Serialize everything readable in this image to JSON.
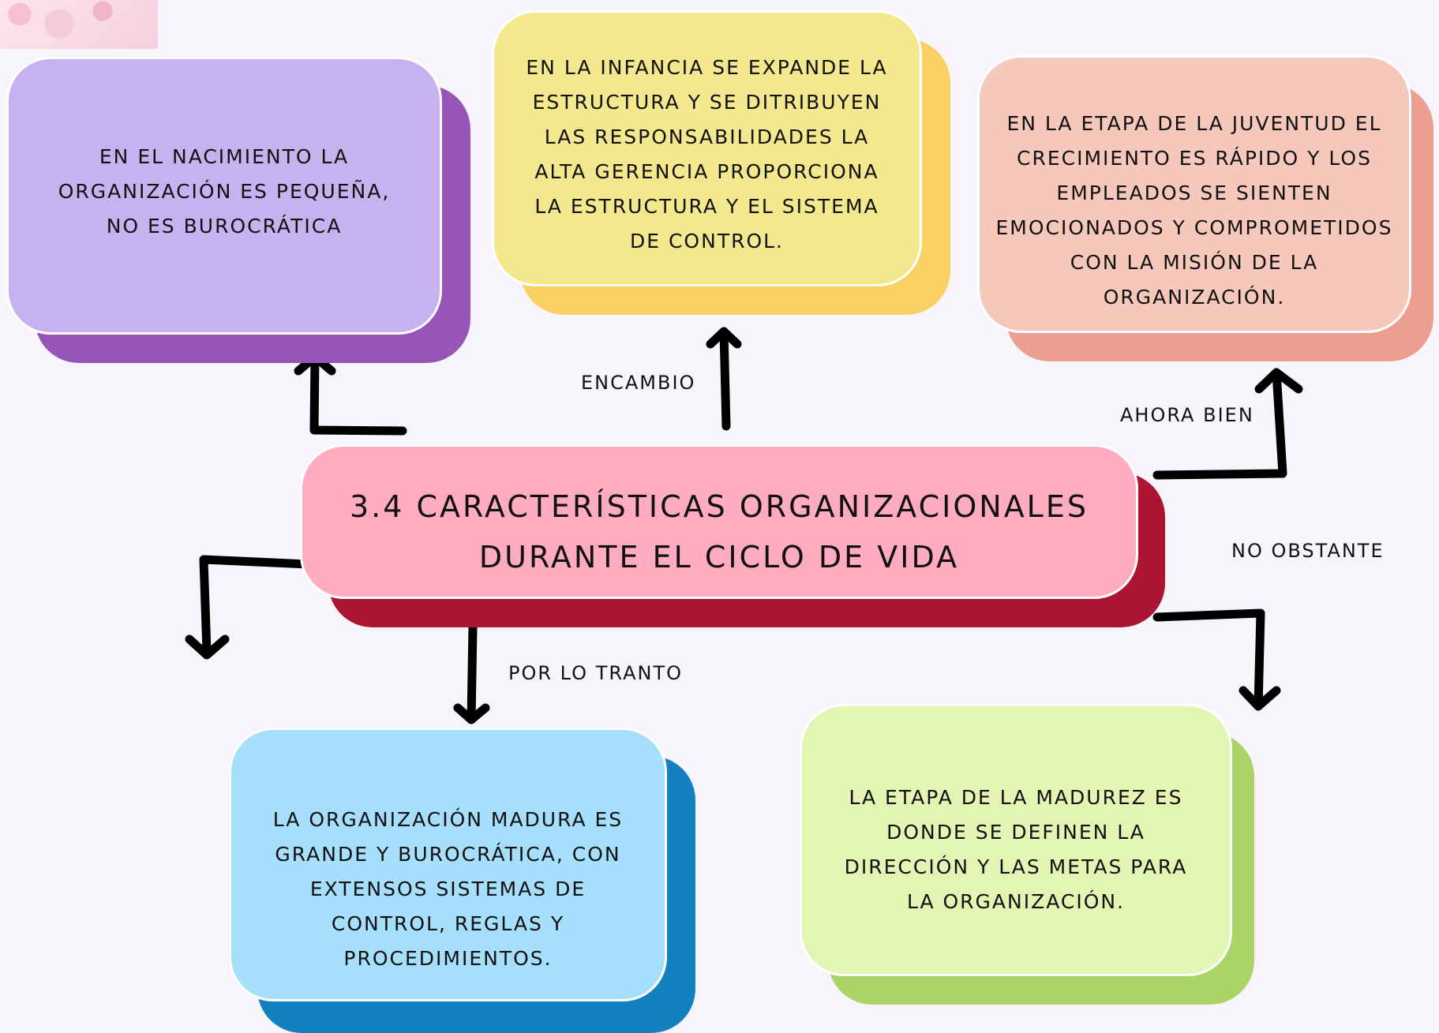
{
  "center": {
    "title_line1": "3.4 CARACTERÍSTICAS ORGANIZACIONALES",
    "title_line2": "DURANTE EL CICLO DE VIDA",
    "color": "#ffabc0",
    "shadow": "#ab1432"
  },
  "boxes": {
    "birth": {
      "text": "EN EL NACIMIENTO LA ORGANIZACIÓN ES PEQUEÑA, NO ES BUROCRÁTICA",
      "color": "#c5b2ee",
      "shadow": "#9556b8"
    },
    "childhood": {
      "text": "EN LA INFANCIA SE EXPANDE LA ESTRUCTURA Y SE DITRIBUYEN LAS RESPONSABILIDADES LA ALTA GERENCIA PROPORCIONA LA ESTRUCTURA Y EL SISTEMA DE CONTROL.",
      "color": "#f3e88e",
      "shadow": "#f9d163"
    },
    "youth": {
      "text": "EN LA ETAPA DE LA JUVENTUD EL CRECIMIENTO ES RÁPIDO Y LOS EMPLEADOS SE SIENTEN EMOCIONADOS Y COMPROMETIDOS CON LA MISIÓN DE LA ORGANIZACIÓN.",
      "color": "#f6c8bb",
      "shadow": "#eba08f"
    },
    "mature": {
      "text": "LA ORGANIZACIÓN MADURA ES GRANDE Y BUROCRÁTICA, CON EXTENSOS SISTEMAS DE CONTROL, REGLAS Y PROCEDIMIENTOS.",
      "color": "#a6dffb",
      "shadow": "#1580c0"
    },
    "maturity": {
      "text": "LA ETAPA DE LA MADUREZ ES DONDE SE DEFINEN LA DIRECCIÓN Y LAS METAS PARA LA ORGANIZACIÓN.",
      "color": "#e3f5b3",
      "shadow": "#aad566"
    }
  },
  "connectors": {
    "encambio": "ENCAMBIO",
    "ahora_bien": "AHORA BIEN",
    "no_obstante": "NO OBSTANTE",
    "por_lo_tanto": "POR LO TRANTO"
  }
}
